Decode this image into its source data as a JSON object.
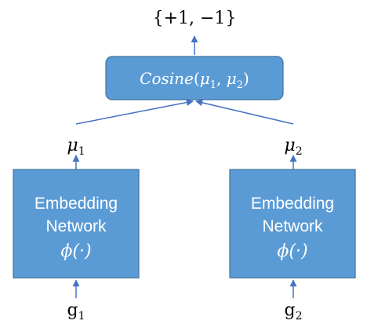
{
  "output": {
    "label": "{+1, −1}"
  },
  "cosine": {
    "func": "Cosine",
    "args_open": "(",
    "arg1": "μ",
    "arg1_sub": "1",
    "sep": ", ",
    "arg2": "μ",
    "arg2_sub": "2",
    "args_close": ")"
  },
  "left": {
    "embedding_label": "μ",
    "embedding_sub": "1",
    "network_line1": "Embedding",
    "network_line2": "Network",
    "phi": "ϕ(·)",
    "input_label": "g",
    "input_sub": "1"
  },
  "right": {
    "embedding_label": "μ",
    "embedding_sub": "2",
    "network_line1": "Embedding",
    "network_line2": "Network",
    "phi": "ϕ(·)",
    "input_label": "g",
    "input_sub": "2"
  },
  "colors": {
    "box_fill": "#5b9bd5",
    "box_stroke": "#41719c",
    "arrow": "#4472c4",
    "box_text": "#ffffff",
    "label_text": "#000000"
  }
}
